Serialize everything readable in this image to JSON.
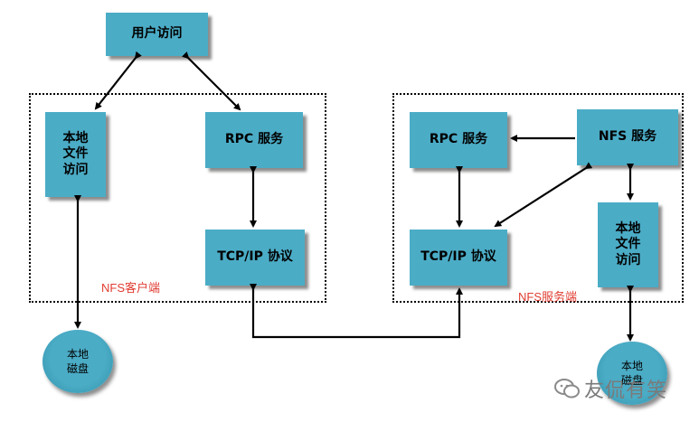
{
  "nodes": {
    "user_access": "用户访问",
    "client_local_file": "本地\n文件\n访问",
    "client_rpc": "RPC 服务",
    "client_tcpip": "TCP/IP 协议",
    "server_rpc": "RPC 服务",
    "server_nfs": "NFS 服务",
    "server_tcpip": "TCP/IP 协议",
    "server_local_file": "本地\n文件\n访问",
    "client_disk": "本地\n磁盘",
    "server_disk": "本地\n磁盘"
  },
  "groups": {
    "client_label": "NFS客户端",
    "server_label": "NFS服务端"
  },
  "watermark": "友侃有笑",
  "colors": {
    "box_fill": "#4bacc6",
    "group_label": "#e03c31"
  }
}
